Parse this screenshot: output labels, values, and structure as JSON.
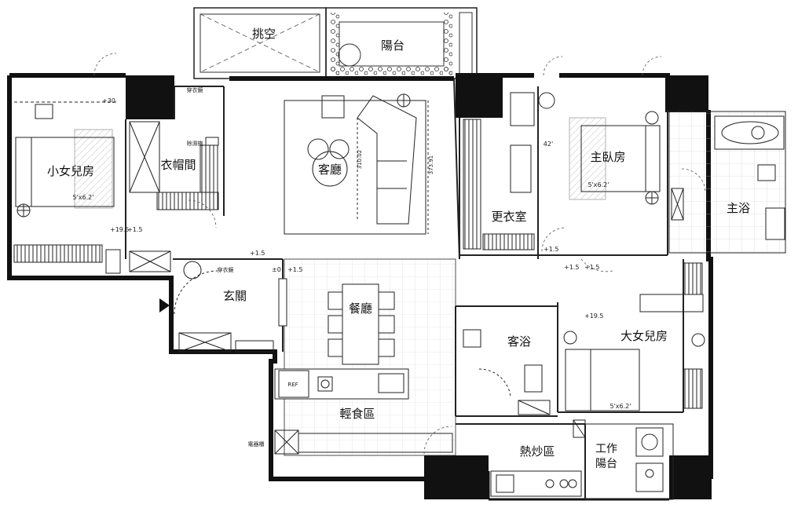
{
  "rooms": {
    "void": "挑空",
    "balcony": "陽台",
    "small_daughter": "小女兒房",
    "closet": "衣帽間",
    "living": "客廳",
    "dressing": "更衣室",
    "master_bed": "主臥房",
    "master_bath": "主浴",
    "foyer": "玄關",
    "dining": "餐廳",
    "guest_bath": "客浴",
    "big_daughter": "大女兒房",
    "light_kitchen": "輕食區",
    "hot_kitchen": "熱炒區",
    "work_balcony_1": "工作",
    "work_balcony_2": "陽台"
  },
  "labels": {
    "dehumid": "除濕機",
    "coat_hook_1": "穿衣鏡",
    "coat_hook_2": "穿衣鏡",
    "appliance": "電器櫃",
    "fridge": "REF",
    "bed_size_1": "5'x6.2'",
    "bed_size_2": "5'x6.2'",
    "bed_size_3": "5'x6.2'",
    "dim_1": "310.02",
    "dim_2": "373.91",
    "ceiling_42": "42'"
  },
  "levels": {
    "l1": "+30",
    "l2": "+19.5",
    "l3": "+1.5",
    "l4": "+1.5",
    "l5": "±0",
    "l6": "+1.5",
    "l7": "+1.5",
    "l8": "+1.5",
    "l9": "+1.5",
    "l10": "+19.5"
  }
}
